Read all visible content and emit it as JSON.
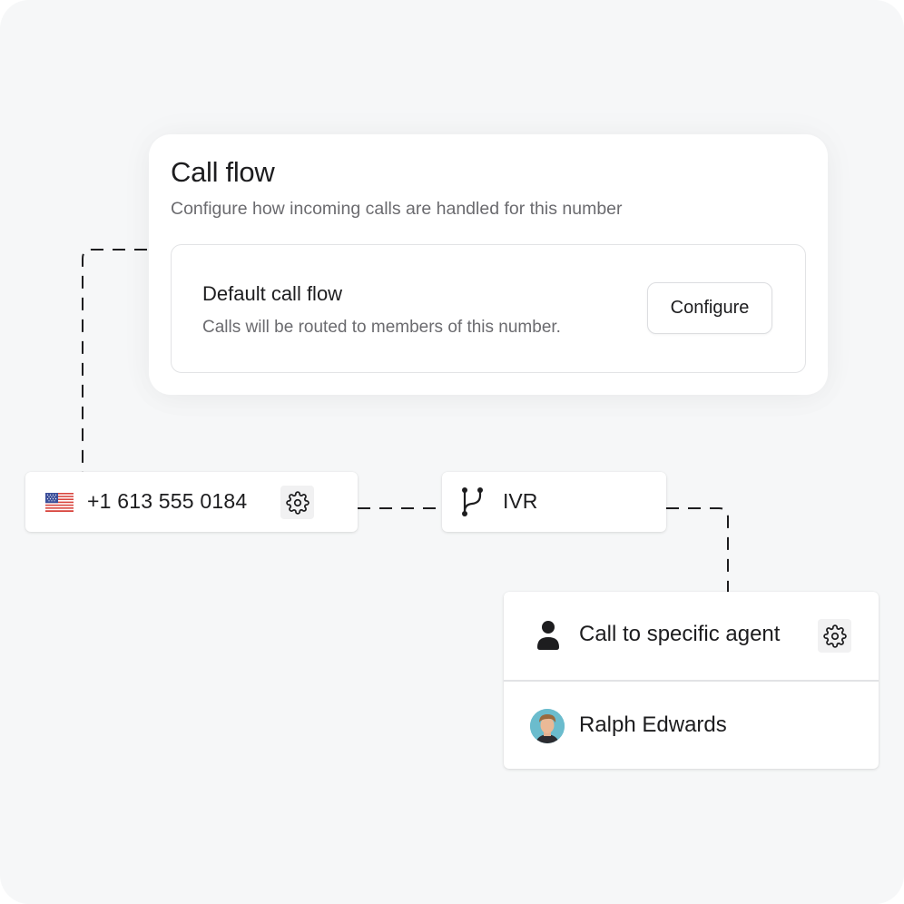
{
  "call_flow": {
    "title": "Call flow",
    "subtitle": "Configure how incoming calls are handled for this number",
    "default_flow": {
      "title": "Default call flow",
      "description": "Calls will be routed to members of this number.",
      "configure_label": "Configure"
    }
  },
  "nodes": {
    "phone": {
      "flag_icon": "us-flag-icon",
      "number": "+1 613 555 0184",
      "settings_icon": "gear-icon"
    },
    "ivr": {
      "icon": "branch-icon",
      "label": "IVR"
    },
    "agent": {
      "icon": "person-icon",
      "title": "Call to specific agent",
      "settings_icon": "gear-icon",
      "assignee": {
        "name": "Ralph Edwards",
        "avatar": "avatar-photo"
      }
    }
  },
  "colors": {
    "background": "#f6f7f8",
    "card": "#ffffff",
    "text_primary": "#1d1d1f",
    "text_secondary": "#6b6b6f",
    "border": "#e2e3e5",
    "connector": "#1d1d1f"
  }
}
